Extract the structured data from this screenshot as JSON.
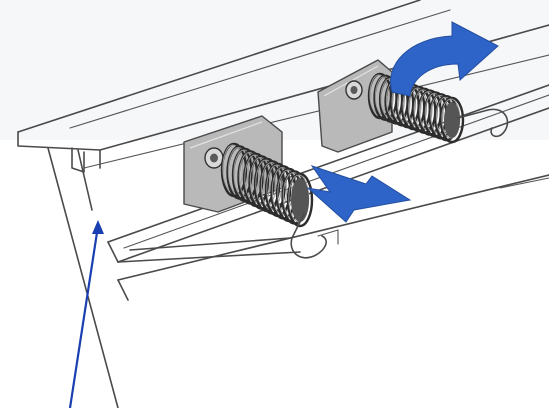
{
  "colors": {
    "background": "#ffffff",
    "line_art": "#4a4a4a",
    "bracket_plate": "#b9b9b9",
    "spring": "#2c2c2c",
    "action_arrow": "#2e63c8",
    "pointer_line": "#1a3fb0"
  },
  "icons": {
    "rotate_arrow": "curved-arrow-icon",
    "push_arrow": "push-arrow-icon",
    "pointer": "leader-line"
  },
  "parts": {
    "springs": [
      "spring-right",
      "spring-left"
    ],
    "brackets": [
      "bracket-plate-right",
      "bracket-plate-left"
    ]
  }
}
